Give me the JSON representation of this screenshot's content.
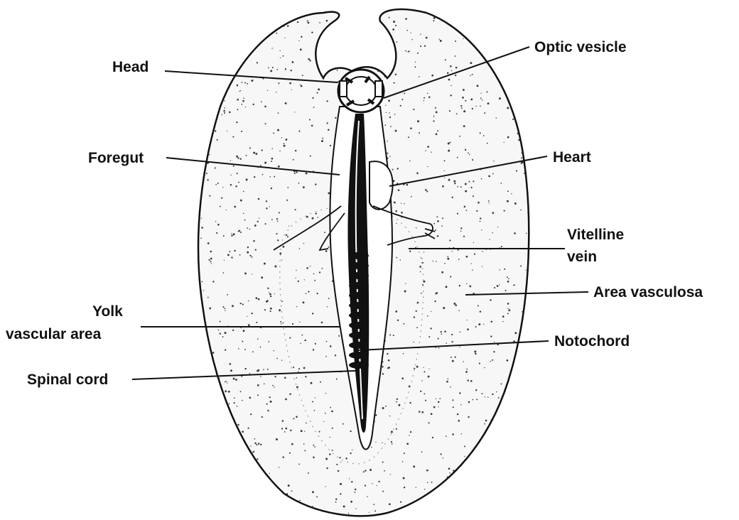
{
  "diagram": {
    "colors": {
      "ink": "#111111",
      "paper": "#ffffff",
      "stipple": "#3a3a3a"
    },
    "labels": {
      "head": "Head",
      "optic_vesicle": "Optic vesicle",
      "foregut": "Foregut",
      "heart": "Heart",
      "vitelline_vein_line1": "Vitelline",
      "vitelline_vein_line2": "vein",
      "area_vasculosa": "Area vasculosa",
      "yolk_vascular_area_line1": "Yolk",
      "yolk_vascular_area_line2": "vascular area",
      "notochord": "Notochord",
      "spinal_cord": "Spinal cord"
    }
  }
}
